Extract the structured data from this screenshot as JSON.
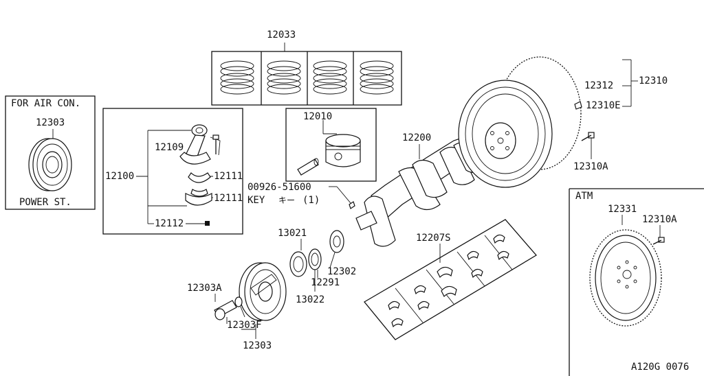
{
  "labels": {
    "for_air_con": "FOR AIR CON.",
    "pulley_12303_top": "12303",
    "power_st": "POWER ST.",
    "ring_set": "12033",
    "piston": "12010",
    "rod_12109": "12109",
    "rod_12100": "12100",
    "rod_12111_a": "12111",
    "rod_12111_b": "12111",
    "rod_12112": "12112",
    "key_part": "00926-51600",
    "key_text": "KEY",
    "key_jp": "キー",
    "key_qty": "(1)",
    "crank_12200": "12200",
    "flywheel_12312": "12312",
    "flywheel_12310": "12310",
    "flywheel_12310e": "12310E",
    "bolt_12310a": "12310A",
    "atm": "ATM",
    "drive_12331": "12331",
    "drive_12310a": "12310A",
    "bearing_12207s": "12207S",
    "gear_13021": "13021",
    "spacer_12302": "12302",
    "washer_12291": "12291",
    "sprocket_13022": "13022",
    "bolt_12303a": "12303A",
    "washer_12303f": "12303F",
    "pulley_12303_bottom": "12303",
    "figure_code": "A120G 0076"
  }
}
